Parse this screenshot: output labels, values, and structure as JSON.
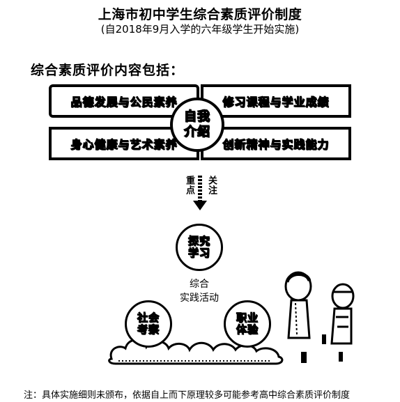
{
  "title": "上海市初中学生综合素质评价制度",
  "subtitle": "(自2018年9月入学的六年级学生开始实施)",
  "section_heading": "综合素质评价内容包括：",
  "quadrants": {
    "top_left": "品德发展与公民素养",
    "top_right": "修习课程与学业成绩",
    "bottom_left": "身心健康与艺术素养",
    "bottom_right": "创新精神与实践能力"
  },
  "center": {
    "line1": "自我",
    "line2": "介绍"
  },
  "arrow": {
    "left_label": "重点",
    "right_label": "关注"
  },
  "activities": {
    "top": {
      "line1": "探究",
      "line2": "学习"
    },
    "left": {
      "line1": "社会",
      "line2": "考察"
    },
    "right": {
      "line1": "职业",
      "line2": "体验"
    }
  },
  "center_label": {
    "line1": "综合",
    "line2": "实践活动"
  },
  "footnote": "注：具体实施细则未颁布，依据自上而下原理较多可能参考高中综合素质评价制度"
}
